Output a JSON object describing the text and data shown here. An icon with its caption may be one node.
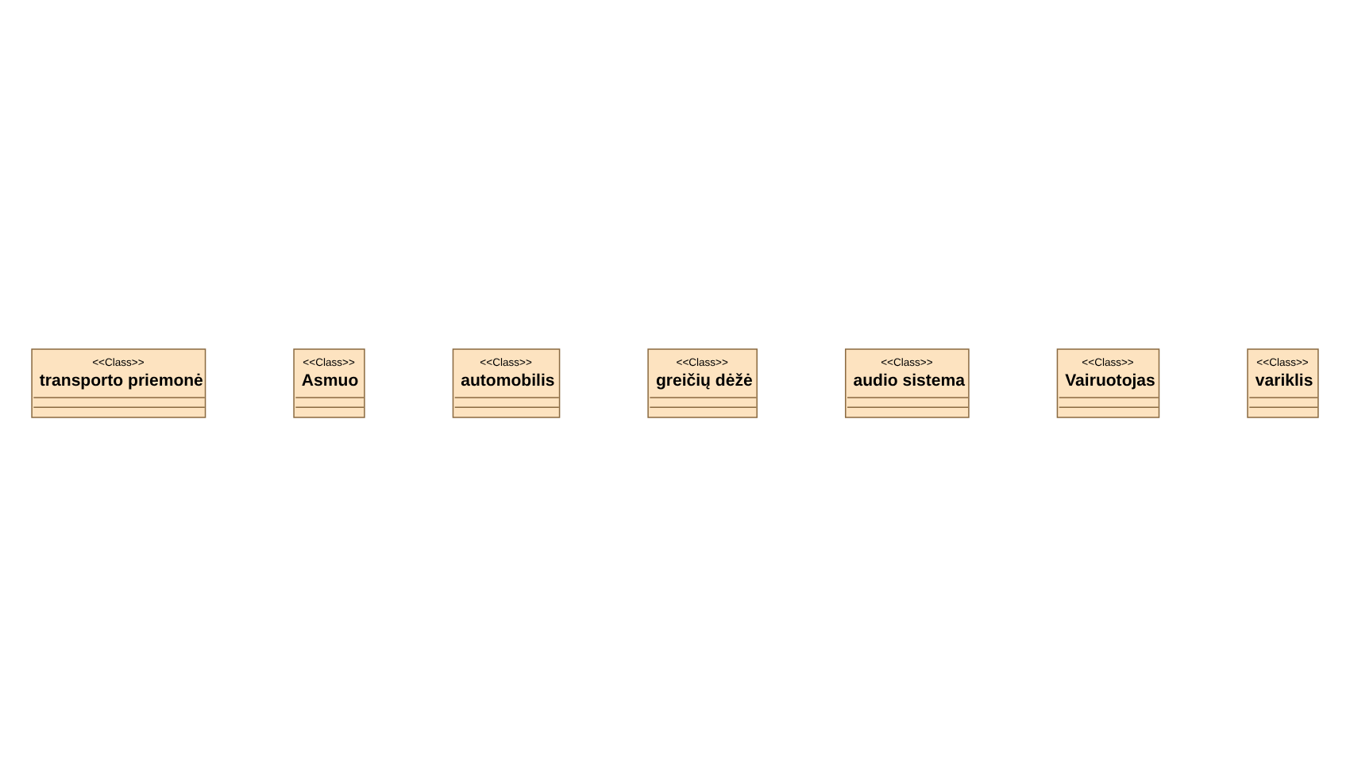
{
  "diagram": {
    "nodes": [
      {
        "text": [
          "<<Class>>",
          "transporto priemonė"
        ]
      },
      {
        "text": [
          "<<Class>>",
          "Asmuo"
        ]
      },
      {
        "text": [
          "<<Class>>",
          "automobilis"
        ]
      },
      {
        "text": [
          "<<Class>>",
          "greičių dėžė"
        ]
      },
      {
        "text": [
          "<<Class>>",
          "audio sistema"
        ]
      },
      {
        "text": [
          "<<Class>>",
          "Vairuotojas"
        ]
      },
      {
        "text": [
          "<<Class>>",
          "variklis"
        ]
      }
    ]
  }
}
